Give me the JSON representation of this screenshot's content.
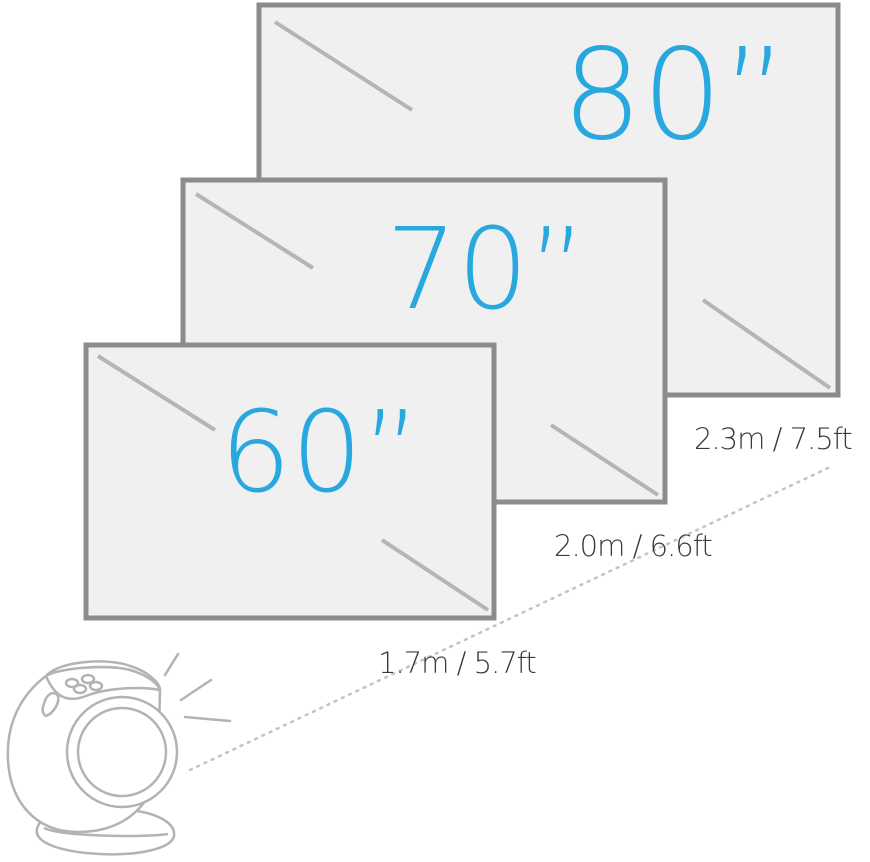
{
  "screens": [
    {
      "size_label": "80”",
      "distance_label": "2.3m / 7.5ft"
    },
    {
      "size_label": "70”",
      "distance_label": "2.0m / 6.6ft"
    },
    {
      "size_label": "60”",
      "distance_label": "1.7m / 5.7ft"
    }
  ],
  "colors": {
    "screen_fill": "#f0f0f1",
    "screen_border": "#8c8c8c",
    "label_blue": "#29a8df",
    "diagonal_stroke": "#b5b5b8",
    "beam_dots": "#c4c4c4",
    "projector_stroke": "#b3b3b3",
    "distance_text": "#3a3a3a"
  }
}
